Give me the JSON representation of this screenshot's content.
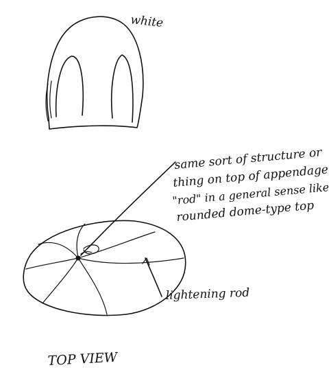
{
  "labels": {
    "color_note": "white",
    "annotation_lines": [
      "same sort of structure or",
      "thing on top of appendage",
      "\"rod\" in a general sense like",
      "rounded dome-type top"
    ],
    "rod_label": "lightening rod",
    "view_title": "TOP VIEW"
  }
}
